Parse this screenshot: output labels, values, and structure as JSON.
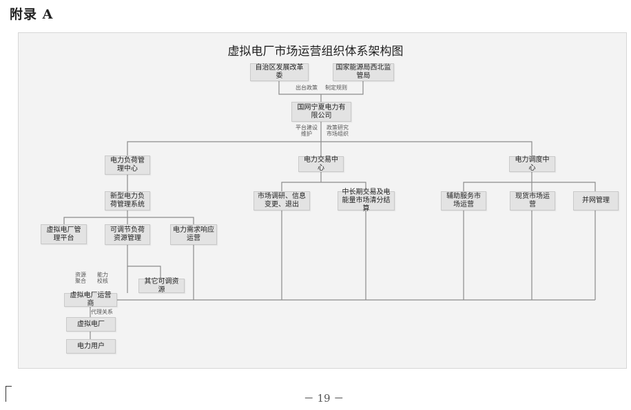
{
  "appendix_label": "附录 A",
  "diagram": {
    "title": "虚拟电厂市场运营组织体系架构图",
    "nodes": {
      "zizhiqu": "自治区发展改革委",
      "nengyuanju": "国家能源局西北监管局",
      "guowang": "国网宁夏电力有限公司",
      "fuhe_center": "电力负荷管理中心",
      "jiaoyi_center": "电力交易中心",
      "diaodu_center": "电力调度中心",
      "xinxing_system": "新型电力负荷管理系统",
      "vpp_platform": "虚拟电厂管理平台",
      "tiaojie_resource": "可调节负荷资源管理",
      "xuqiu_response": "电力需求响应运营",
      "other_resource": "其它可调资源",
      "market_research": "市场调研、信息变更、退出",
      "long_term": "中长期交易及电能量市场清分结算",
      "fuzhu_service": "辅助服务市场运营",
      "spot_market": "现货市场运营",
      "grid_connect": "并网管理",
      "vpp_operator": "虚拟电厂运营商",
      "vpp": "虚拟电厂",
      "user": "电力用户"
    },
    "edge_labels": {
      "policy": "出台政策",
      "rules": "制定规则",
      "platform": "平台建设\n维护",
      "research": "政策研究\n市场组织",
      "resource_agg": "资源\n聚合",
      "capacity": "能力\n校核",
      "agency": "代理关系"
    }
  },
  "page_number": "－ 19 －"
}
